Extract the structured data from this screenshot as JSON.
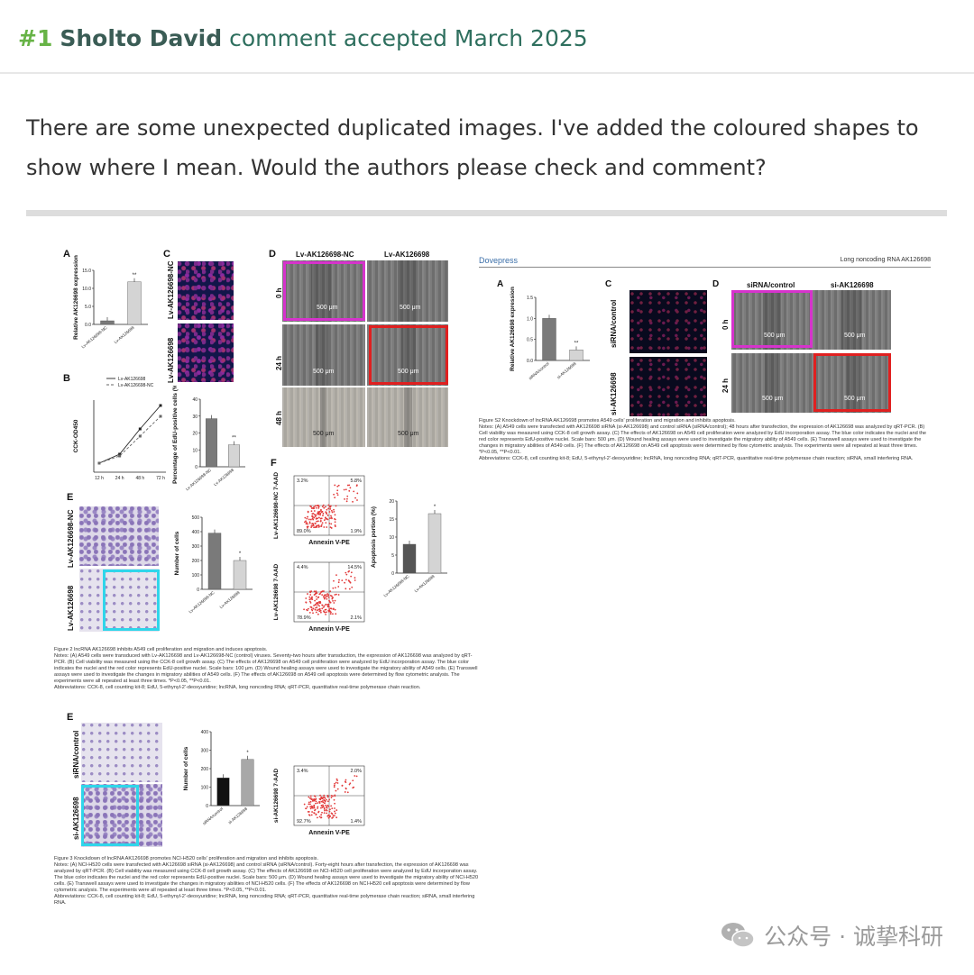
{
  "comment": {
    "number": "#1",
    "author": "Sholto David",
    "status": "comment accepted March 2025",
    "body": "There are some unexpected duplicated images. I've added the coloured shapes to show where I mean. Would the authors please check and comment?"
  },
  "figure2": {
    "panel_letters": [
      "A",
      "B",
      "C",
      "D",
      "E",
      "F"
    ],
    "chart_data": [
      {
        "type": "bar",
        "panel": "A",
        "ylabel": "Relative AK126698 expression",
        "categories": [
          "Lv-AK126698-NC",
          "Lv-AK126698"
        ],
        "values": [
          1.0,
          11.8
        ],
        "ylim": [
          0,
          15
        ],
        "yticks": [
          "0.0",
          "5.0",
          "10.0",
          "15.0"
        ],
        "significance": "**"
      },
      {
        "type": "line",
        "panel": "B",
        "ylabel": "CCK-OD450",
        "x": [
          "12 h",
          "24 h",
          "48 h",
          "72 h"
        ],
        "series": [
          {
            "name": "Lv-AK126698",
            "values": [
              0.5,
              1.0,
              2.4,
              3.7
            ]
          },
          {
            "name": "Lv-AK126698-NC",
            "values": [
              0.5,
              0.9,
              2.0,
              3.1
            ]
          }
        ]
      },
      {
        "type": "bar",
        "panel": "C",
        "ylabel": "Percentage of EdU-positive cells (%)",
        "categories": [
          "Lv-AK126698-NC",
          "Lv-AK126698"
        ],
        "values": [
          28.5,
          13.0
        ],
        "ylim": [
          0,
          40
        ],
        "yticks": [
          "0",
          "10",
          "20",
          "30",
          "40"
        ],
        "significance": "**"
      },
      {
        "type": "bar",
        "panel": "E",
        "ylabel": "Number of cells",
        "categories": [
          "Lv-AK126698-NC",
          "Lv-AK126698"
        ],
        "values": [
          390,
          200
        ],
        "ylim": [
          0,
          500
        ],
        "yticks": [
          "0",
          "100",
          "200",
          "300",
          "400",
          "500"
        ],
        "significance": "*"
      },
      {
        "type": "bar",
        "panel": "F",
        "ylabel": "Apoptosis portion (%)",
        "categories": [
          "Lv-AK126698-NC",
          "Lv-AK126698"
        ],
        "values": [
          8.0,
          16.5
        ],
        "ylim": [
          0,
          20
        ],
        "yticks": [
          "0",
          "5",
          "10",
          "15",
          "20"
        ],
        "significance": "*"
      }
    ],
    "c_rows": [
      "Lv-AK126698-NC",
      "Lv-AK126698"
    ],
    "d_cols": [
      "Lv-AK126698-NC",
      "Lv-AK126698"
    ],
    "d_rows": [
      "0 h",
      "24 h",
      "48 h"
    ],
    "scale_bar": "500 μm",
    "e_rows": [
      "Lv-AK126698-NC",
      "Lv-AK126698"
    ],
    "f_rows": [
      "Lv-AK126698-NC 7-AAD",
      "Lv-AK126698 7-AAD"
    ],
    "f_xlabel": "Annexin V-PE",
    "f_quadrants_nc": [
      "3.2%",
      "5.8%",
      "89.0%",
      "1.9%"
    ],
    "f_quadrants_oe": [
      "4.4%",
      "14.5%",
      "78.9%",
      "2.1%"
    ],
    "caption_title": "Figure 2 lncRNA AK126698 inhibits A549 cell proliferation and migration and induces apoptosis.",
    "caption_notes": "Notes: (A) A549 cells were transduced with Lv-AK126698 and Lv-AK126698-NC (control) viruses. Seventy-two hours after transduction, the expression of AK126698 was analyzed by qRT-PCR. (B) Cell viability was measured using the CCK-8 cell growth assay. (C) The effects of AK126698 on A549 cell proliferation were analyzed by EdU incorporation assay. The blue color indicates the nuclei and the red color represents EdU-positive nuclei. Scale bars: 100 μm. (D) Wound healing assays were used to investigate the migratory ability of A549 cells. (E) Transwell assays were used to investigate the changes in migratory abilities of A549 cells. (F) The effects of AK126698 on A549 cell apoptosis were determined by flow cytometric analysis. The experiments were all repeated at least three times. *P<0.05, **P<0.01.",
    "caption_abbr": "Abbreviations: CCK-8, cell counting kit-8; EdU, 5-ethynyl-2'-deoxyuridine; lncRNA, long noncoding RNA; qRT-PCR, quantitative real-time polymerase chain reaction."
  },
  "figureS2": {
    "publisher": "Dovepress",
    "running_title": "Long noncoding RNA AK126698",
    "chart_data": [
      {
        "type": "bar",
        "panel": "A",
        "ylabel": "Relative AK126698 expression",
        "categories": [
          "siRNA/control",
          "si-AK126698"
        ],
        "values": [
          1.0,
          0.25
        ],
        "ylim": [
          0,
          1.5
        ],
        "yticks": [
          "0.0",
          "0.5",
          "1.0",
          "1.5"
        ],
        "significance": "**"
      }
    ],
    "c_rows": [
      "siRNA/control",
      "si-AK126698"
    ],
    "d_cols": [
      "siRNA/control",
      "si-AK126698"
    ],
    "d_rows": [
      "0 h",
      "24 h"
    ],
    "scale_bar": "500 μm",
    "caption_title": "Figure S2 Knockdown of lncRNA AK126698 promotes A549 cells' proliferation and migration and inhibits apoptosis.",
    "caption_notes": "Notes: (A) A549 cells were transfected with AK126698 siRNA (si-AK126698) and control siRNA (siRNA/control); 48 hours after transfection, the expression of AK126698 was analyzed by qRT-PCR. (B) Cell viability was measured using CCK-8 cell growth assay. (C) The effects of AK126698 on A549 cell proliferation were analyzed by EdU incorporation assay. The blue color indicates the nuclei and the red color represents EdU-positive nuclei. Scale bars: 500 μm. (D) Wound healing assays were used to investigate the migratory ability of A549 cells. (E) Transwell assays were used to investigate the changes in migratory abilities of A549 cells. (F) The effects of AK126698 on A549 cell apoptosis were determined by flow cytometric analysis. The experiments were all repeated at least three times. *P<0.05, **P<0.01.",
    "caption_abbr": "Abbreviations: CCK-8, cell counting kit-8; EdU, 5-ethynyl-2'-deoxyuridine; lncRNA, long noncoding RNA; qRT-PCR, quantitative real-time polymerase chain reaction; siRNA, small interfering RNA."
  },
  "figure3": {
    "panel_letter": "E",
    "chart_data": [
      {
        "type": "bar",
        "panel": "E",
        "ylabel": "Number of cells",
        "categories": [
          "siRNA/control",
          "si-AK126698"
        ],
        "values": [
          150,
          250
        ],
        "ylim": [
          0,
          400
        ],
        "yticks": [
          "0",
          "100",
          "200",
          "300",
          "400"
        ],
        "significance": "*"
      }
    ],
    "e_rows": [
      "siRNA/control",
      "si-AK126698"
    ],
    "f_row": "si-AK126698 7-AAD",
    "f_xlabel": "Annexin V-PE",
    "f_quadrants": [
      "3.4%",
      "2.0%",
      "92.7%",
      "1.4%"
    ],
    "caption_title": "Figure 3 Knockdown of lncRNA AK126698 promotes NCI-H520 cells' proliferation and migration and inhibits apoptosis.",
    "caption_notes": "Notes: (A) NCI-H520 cells were transfected with AK126698 siRNA (si-AK126698) and control siRNA (siRNA/control). Forty-eight hours after transfection, the expression of AK126698 was analyzed by qRT-PCR. (B) Cell viability was measured using CCK-8 cell growth assay. (C) The effects of AK126698 on NCI-H520 cell proliferation were analyzed by EdU incorporation assay. The blue color indicates the nuclei and the red color represents EdU-positive nuclei. Scale bars: 500 μm. (D) Wound healing assays were used to investigate the migratory ability of NCI-H520 cells. (E) Transwell assays were used to investigate the changes in migratory abilities of NCI-H520 cells. (F) The effects of AK126698 on NCI-H520 cell apoptosis were determined by flow cytometric analysis. The experiments were all repeated at least three times. *P<0.05, **P<0.01.",
    "caption_abbr": "Abbreviations: CCK-8, cell counting kit-8; EdU, 5-ethynyl-2'-deoxyuridine; lncRNA, long noncoding RNA; qRT-PCR, quantitative real-time polymerase chain reaction; siRNA, small interfering RNA."
  },
  "watermark": {
    "text": "公众号 · 诚挚科研",
    "icon": "wechat-icon"
  },
  "colors": {
    "comment_accent": "#67b346",
    "comment_text": "#2e6f5e",
    "highlight_magenta": "#d633cc",
    "highlight_red": "#e02020",
    "highlight_cyan": "#2fd6ea"
  }
}
